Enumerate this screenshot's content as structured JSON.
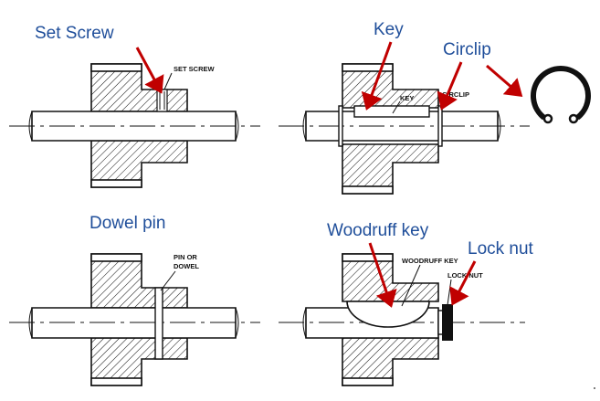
{
  "labels": {
    "set_screw": "Set Screw",
    "key": "Key",
    "circlip": "Circlip",
    "dowel_pin": "Dowel pin",
    "woodruff_key": "Woodruff key",
    "lock_nut": "Lock nut"
  },
  "small_labels": {
    "set_screw": "SET SCREW",
    "key": "KEY",
    "circlip": "CIRCLIP",
    "pin_or": "PIN OR",
    "dowel": "DOWEL",
    "woodruff_key": "WOODRUFF KEY",
    "lock_nut": "LOCK NUT"
  },
  "colors": {
    "label_blue": "#1f4e9a",
    "arrow_red": "#c00000",
    "ink": "#111111"
  }
}
